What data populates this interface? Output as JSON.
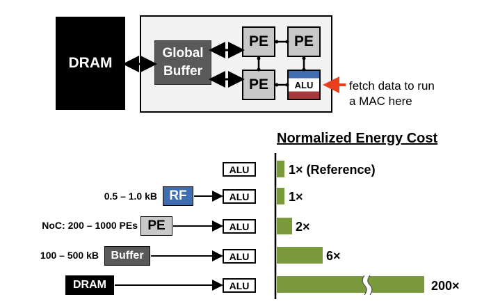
{
  "top": {
    "dram_label": "DRAM",
    "global_buffer_line1": "Global",
    "global_buffer_line2": "Buffer",
    "pe_label": "PE",
    "alu_label": "ALU",
    "annotation_line1": "fetch data to run",
    "annotation_line2": "a MAC here",
    "colors": {
      "rf_blue": "#3f6db0",
      "red_band": "#a63a3a",
      "arrow_red": "#e8401c",
      "bar_green": "#7a9a3c"
    }
  },
  "energy": {
    "title": "Normalized Energy Cost",
    "rows": [
      {
        "label": "",
        "source": "",
        "alu": "ALU",
        "cost": "1× (Reference)"
      },
      {
        "label": "0.5 – 1.0 kB",
        "source": "RF",
        "alu": "ALU",
        "cost": "1×"
      },
      {
        "label": "NoC: 200 – 1000 PEs",
        "source": "PE",
        "alu": "ALU",
        "cost": "2×"
      },
      {
        "label": "100 – 500 kB",
        "source": "Buffer",
        "alu": "ALU",
        "cost": "6×"
      },
      {
        "label": "",
        "source": "DRAM",
        "alu": "ALU",
        "cost": "200×"
      }
    ]
  },
  "chart_data": {
    "type": "bar",
    "title": "Normalized Energy Cost",
    "categories": [
      "ALU",
      "RF",
      "PE",
      "Buffer",
      "DRAM"
    ],
    "values": [
      1,
      1,
      2,
      6,
      200
    ],
    "axis_break": "between 6 and 200 (200× bar drawn with a break)"
  }
}
